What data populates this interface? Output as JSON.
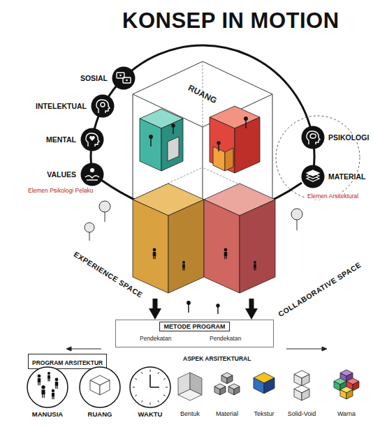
{
  "diagram": {
    "title": "KONSEP IN MOTION",
    "nodes": [
      {
        "text": [
          "SOSIAL"
        ]
      },
      {
        "text": [
          "INTELEKTUAL"
        ]
      },
      {
        "text": [
          "MENTAL"
        ]
      },
      {
        "text": [
          "VALUES"
        ]
      },
      {
        "text": [
          "PSIKOLOGI"
        ]
      },
      {
        "text": [
          "MATERIAL"
        ]
      },
      {
        "text": [
          "EXPERIENCE SPACE"
        ]
      },
      {
        "text": [
          "COLLABORATIVE SPACE"
        ]
      },
      {
        "text": [
          "METODE PROGRAM"
        ]
      },
      {
        "text": [
          "PROGRAM ARSITEKTUR"
        ]
      },
      {
        "text": [
          "MANUSIA"
        ]
      },
      {
        "text": [
          "RUANG"
        ]
      },
      {
        "text": [
          "WAKTU"
        ]
      },
      {
        "text": [
          "Bentuk"
        ]
      },
      {
        "text": [
          "Material"
        ]
      },
      {
        "text": [
          "Tekstur"
        ]
      },
      {
        "text": [
          "Solid-Void"
        ]
      },
      {
        "text": [
          "Warna"
        ]
      }
    ],
    "edges": [
      {
        "from": 6,
        "to": 8,
        "arrow": "to"
      },
      {
        "from": 7,
        "to": 8,
        "arrow": "to"
      }
    ],
    "labels": [
      "Elemen Psikologi Pelaku",
      "Elemen Arsitektural",
      "RUANG",
      "Pendekatan",
      "Pendekatan",
      "ASPEK ARSITEKTURAL"
    ]
  }
}
